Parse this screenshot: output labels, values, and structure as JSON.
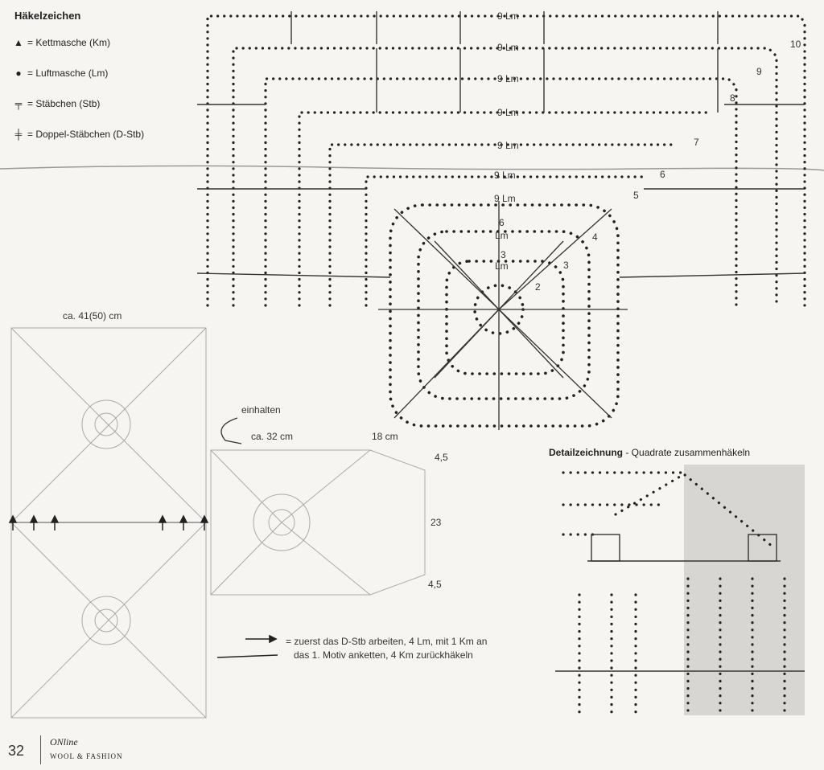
{
  "legend": {
    "title": "Häkelzeichen",
    "items": [
      {
        "symbol": "▲",
        "text": "= Kettmasche (Km)",
        "icon": "triangle-icon"
      },
      {
        "symbol": "●",
        "text": "= Luftmasche (Lm)",
        "icon": "dot-icon"
      },
      {
        "symbol": "╤",
        "text": "= Stäbchen (Stb)",
        "icon": "stitch-icon"
      },
      {
        "symbol": "╪",
        "text": "= Doppel-Stäbchen (D-Stb)",
        "icon": "double-stitch-icon"
      }
    ]
  },
  "chart": {
    "lm_label": "9 Lm",
    "center_labels": {
      "six": "6",
      "three": "3",
      "lm": "Lm"
    },
    "round_numbers": [
      "2",
      "3",
      "4",
      "5",
      "6",
      "7",
      "8",
      "9",
      "10"
    ]
  },
  "schematic": {
    "width_label": "ca. 41(50) cm",
    "einhalten": "einhalten",
    "ca32": "ca. 32 cm",
    "cm18": "18 cm",
    "dim_top": "4,5",
    "dim_mid": "23",
    "dim_bottom": "4,5"
  },
  "explanation": {
    "line1": "= zuerst das D-Stb arbeiten, 4 Lm, mit 1 Km an",
    "line2": "das 1. Motiv anketten,  4 Km zurückhäkeln"
  },
  "detail": {
    "title_bold": "Detailzeichnung",
    "title_rest": " - Quadrate zusammenhäkeln"
  },
  "footer": {
    "page": "32",
    "brand": "ONline",
    "sub": "WOOL & FASHION"
  }
}
